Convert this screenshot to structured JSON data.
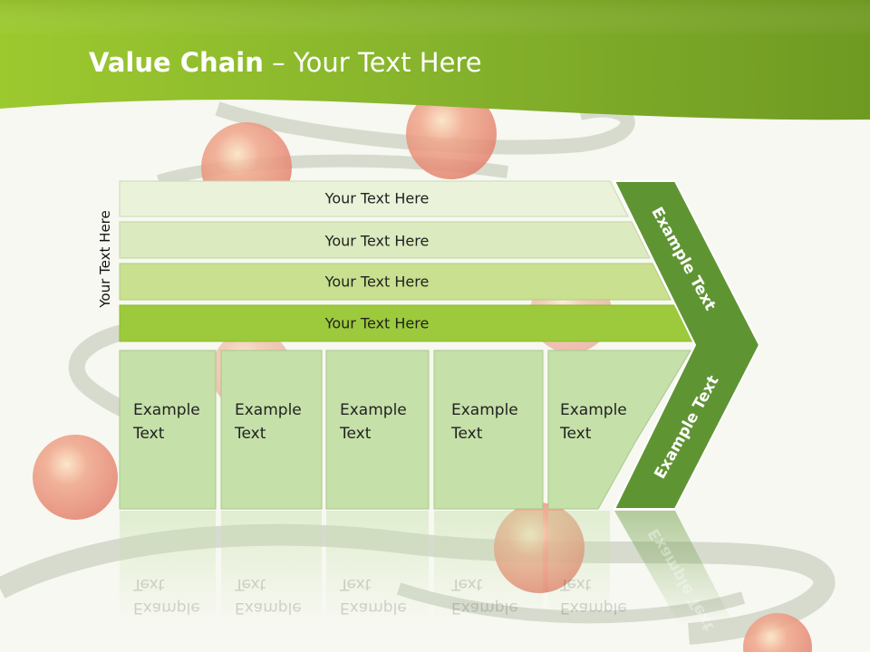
{
  "slide": {
    "title_bold": "Value Chain",
    "title_separator": "–",
    "title_rest": "Your Text Here",
    "side_label": "Your Text Here"
  },
  "support_bars": [
    {
      "label": "Your Text Here"
    },
    {
      "label": "Your Text Here"
    },
    {
      "label": "Your Text Here"
    },
    {
      "label": "Your Text Here"
    }
  ],
  "primary_boxes": [
    {
      "line1": "Example",
      "line2": "Text"
    },
    {
      "line1": "Example",
      "line2": "Text"
    },
    {
      "line1": "Example",
      "line2": "Text"
    },
    {
      "line1": "Example",
      "line2": "Text"
    },
    {
      "line1": "Example",
      "line2": "Text"
    }
  ],
  "arrow": {
    "upper_label": "Example Text",
    "lower_label": "Example Text"
  },
  "colors": {
    "banner_green": "#8fbc2a",
    "arrow_green": "#5f9433",
    "bar_1": "#eaf3d9",
    "bar_2": "#dbeabf",
    "bar_3": "#c8e08f",
    "bar_4": "#9cca3c",
    "box_fill": "#c5e0a8"
  }
}
